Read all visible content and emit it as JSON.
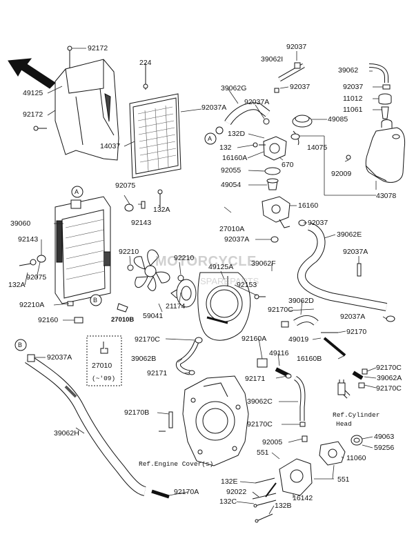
{
  "colors": {
    "line": "#111111",
    "fill": "#ffffff",
    "shade": "#888888",
    "watermark": "#9a9a9a"
  },
  "watermark": {
    "brand": "MOTORCYCLE",
    "sub": "SPAREPARTS"
  },
  "labels": {
    "p92172a": "92172",
    "p49125": "49125",
    "p92172b": "92172",
    "p224": "224",
    "p14037": "14037",
    "p92037a": "92037",
    "p39062i": "39062I",
    "p39062g": "39062G",
    "p92037b": "92037",
    "p92037Aa": "92037A",
    "p92037Ab": "92037A",
    "p39062": "39062",
    "p92037c": "92037",
    "p11012": "11012",
    "p11061": "11061",
    "p49085": "49085",
    "p132d": "132D",
    "p132": "132",
    "p16160a": "16160A",
    "p670": "670",
    "p14075": "14075",
    "p92055": "92055",
    "p92009": "92009",
    "p49054": "49054",
    "p43078": "43078",
    "p16160": "16160",
    "p92075a": "92075",
    "p132a_1": "132A",
    "p92143a": "92143",
    "p39060": "39060",
    "p27010a": "27010A",
    "p92037d": "92037",
    "p92037Ac": "92037A",
    "p39062e": "39062E",
    "p92143b": "92143",
    "p92210a": "92210",
    "p92210b": "92210",
    "p49125a": "49125A",
    "p39062f": "39062F",
    "p92037Ad": "92037A",
    "p132a_2": "132A",
    "p92075b": "92075",
    "p92153": "92153",
    "p92210A": "92210A",
    "p39062d": "39062D",
    "p92160": "92160",
    "p27010b": "27010B",
    "p59041": "59041",
    "p21174": "21174",
    "p92170c_1": "92170C",
    "p92037Ae": "92037A",
    "p92170": "92170",
    "p49019": "49019",
    "p92170c_2": "92170C",
    "p92160a": "92160A",
    "p16160b": "16160B",
    "p92037Af": "92037A",
    "p27010": "27010",
    "p27010_note": "(~'09)",
    "p39062b": "39062B",
    "p49116": "49116",
    "p92170c_3": "92170C",
    "p92171a": "92171",
    "p92171b": "92171",
    "p39062a": "39062A",
    "p92170c_4": "92170C",
    "p39062c": "39062C",
    "p92170b": "92170B",
    "p92170c_5": "92170C",
    "p39062h": "39062H",
    "p92005": "92005",
    "p49063": "49063",
    "p59256": "59256",
    "p551a": "551",
    "p11060": "11060",
    "p551b": "551",
    "p132e": "132E",
    "p92022": "92022",
    "p92170a": "92170A",
    "p16142": "16142",
    "p132c": "132C",
    "p132b": "132B"
  },
  "callouts": {
    "a1": "A",
    "a2": "A",
    "b1": "B",
    "b2": "B"
  },
  "notes": {
    "ref_cylinder_1": "Ref.Cylinder",
    "ref_cylinder_2": "Head",
    "ref_engine_cover": "Ref.Engine Cover(s)"
  }
}
